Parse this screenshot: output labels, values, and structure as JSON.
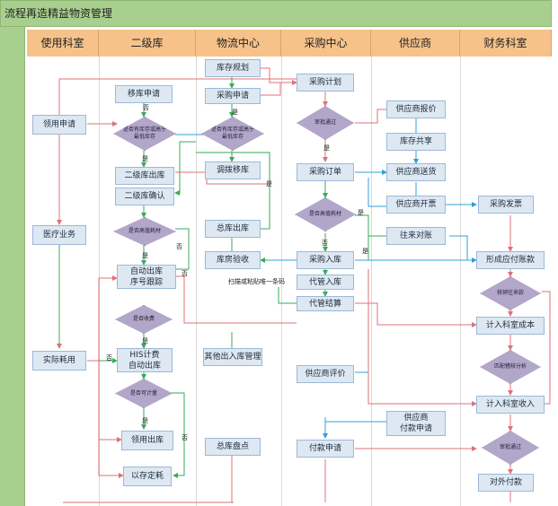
{
  "title": "流程再造精益物资管理",
  "lanes": [
    "使用科室",
    "二级库",
    "物流中心",
    "采购中心",
    "供应商",
    "财务科室"
  ],
  "nodes": {
    "n_lingyong_shenqing": "领用申请",
    "n_yiliao_yewu": "医疗业务",
    "n_shiji_haoyong": "实际耗用",
    "n_yiku_shenqing": "移库申请",
    "n_d_kucun_low": "是否有库存或高于最低库存",
    "n_erji_chuku": "二级库出库",
    "n_erji_queren": "二级库确认",
    "n_d_gaozhi": "是否高值耗材",
    "n_zidong_chuku_1": "自动出库",
    "n_zidong_chuku_2": "序号跟踪",
    "n_d_shoufei": "是否收费",
    "n_his_1": "HIS计费",
    "n_his_2": "自动出库",
    "n_d_jiliang": "是否可计量",
    "n_lingyong_chuku": "领用出库",
    "n_yicun_dinghao": "以存定耗",
    "n_kucun_guihua": "库存规划",
    "n_caigou_shenqing": "采购申请",
    "n_d_kucun_low2": "是否有库存或高于最低库存",
    "n_diaobo_yiku": "调拨移库",
    "n_zongku_chuku": "总库出库",
    "n_kufang_yanshou": "库房验收",
    "n_qita_churuku": "其他出入库管理",
    "n_zongku_pandian": "总库盘点",
    "n_caigou_jihua": "采购计划",
    "n_d_shenpi": "审批通过",
    "n_caigou_dingdan": "采购订单",
    "n_d_gaozhi2": "是否高值耗材",
    "n_caigou_ruku": "采购入库",
    "n_daiguan_ruku": "代管入库",
    "n_daiguan_jiesuan": "代管结算",
    "n_gys_pingjia": "供应商评价",
    "n_fukuan_shenqing": "付款申请",
    "n_gys_baojia": "供应商报价",
    "n_kucun_gongxiang": "库存共享",
    "n_gys_songhuo": "供应商送货",
    "n_gys_kaipiao": "供应商开票",
    "n_wanglai_duizhang": "往来对账",
    "n_gys_fukuan_1": "供应商",
    "n_gys_fukuan_2": "付款申请",
    "n_caigou_fapiao": "采购发票",
    "n_xingcheng_yingfu": "形成应付账款",
    "n_d_hexiao": "核销往来款",
    "n_jiru_chengben": "计入科室成本",
    "n_d_pipei": "匹配稽核分析",
    "n_jiru_shouru": "计入科室收入",
    "n_d_shenpi2": "审批通过",
    "n_duiwai_fukuan": "对外付款"
  },
  "edge_labels": {
    "fou_1": "否",
    "shi_1": "是",
    "shi_2": "是",
    "fou_2": "否",
    "shi_3": "是",
    "shi_4": "是",
    "shi_5": "是",
    "fou_3": "否",
    "fou_4": "否",
    "shi_6": "是",
    "shi_7": "是",
    "fou_5": "否",
    "fou_6": "否",
    "shi_8": "是",
    "shi_9": "是",
    "scan": "扫描或粘贴唯一条码"
  }
}
